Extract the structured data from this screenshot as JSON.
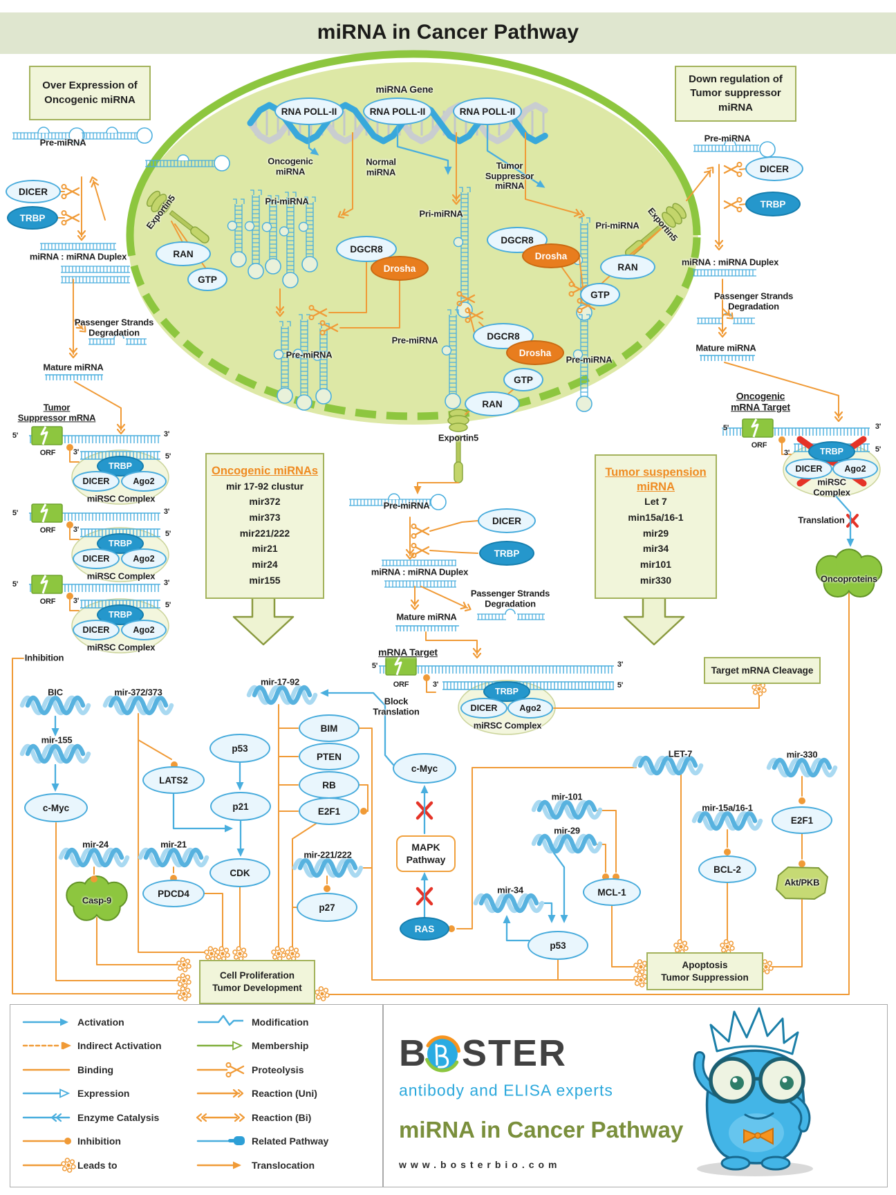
{
  "header": {
    "title": "miRNA in Cancer Pathway"
  },
  "side_boxes": {
    "over_expression": "Over Expression of\nOncogenic miRNA",
    "down_regulation": "Down regulation of\nTumor suppressor miRNA"
  },
  "labels": {
    "mirna_gene": "miRNA Gene",
    "rna_poll": "RNA POLL-II",
    "oncogenic_mirna": "Oncogenic\nmiRNA",
    "normal_mirna": "Normal\nmiRNA",
    "tumor_suppressor_mirna": "Tumor\nSuppressor\nmiRNA",
    "pri_mirna": "Pri-miRNA",
    "pre_mirna": "Pre-miRNA",
    "dgcr8": "DGCR8",
    "drosha": "Drosha",
    "gtp": "GTP",
    "ran": "RAN",
    "exportin5": "Exportin5",
    "dicer": "DICER",
    "trbp": "TRBP",
    "ago2": "Ago2",
    "mirsc_complex": "miRSC Complex",
    "duplex": "miRNA : miRNA Duplex",
    "passenger": "Passenger Strands\nDegradation",
    "mature": "Mature miRNA",
    "tumor_suppressor_mrna": "Tumor\nSuppressor mRNA",
    "mrna_target": "mRNA Target",
    "oncogenic_mrna_target": "Oncogenic\nmRNA Target",
    "orf": "ORF",
    "p5": "5'",
    "p3": "3'",
    "block_translation": "Block\nTranslation",
    "translation": "Translation",
    "oncoproteins": "Oncoproteins",
    "inhibition": "Inhibition"
  },
  "onco_box": {
    "title": "Oncogenic miRNAs",
    "items": [
      "mir 17-92 clustur",
      "mir372",
      "mir373",
      "mir221/222",
      "mir21",
      "mir24",
      "mir155"
    ]
  },
  "tumor_box": {
    "title": "Tumor suspension\nmiRNA",
    "items": [
      "Let 7",
      "min15a/16-1",
      "mir29",
      "mir34",
      "mir101",
      "mir330"
    ]
  },
  "result_boxes": {
    "target_cleavage": "Target mRNA Cleavage",
    "cell_proliferation": "Cell Proliferation\nTumor Development",
    "apoptosis": "Apoptosis\nTumor Suppression"
  },
  "network": {
    "bic": "BIC",
    "mir155": "mir-155",
    "cmyc": "c-Myc",
    "mir372": "mir-372/373",
    "lats2": "LATS2",
    "mir24": "mir-24",
    "casp9": "Casp-9",
    "mir21": "mir-21",
    "pdcd4": "PDCD4",
    "p53": "p53",
    "p21": "p21",
    "cdk": "CDK",
    "mir221": "mir-221/222",
    "p27": "p27",
    "mir1792": "mir-17-92",
    "bim": "BIM",
    "pten": "PTEN",
    "rb": "RB",
    "e2f1": "E2F1",
    "mapk": "MAPK\nPathway",
    "ras": "RAS",
    "mir101": "mir-101",
    "mir29": "mir-29",
    "mir34": "mir-34",
    "mcl1": "MCL-1",
    "let7": "LET-7",
    "mir15a": "mir-15a/16-1",
    "bcl2": "BCL-2",
    "mir330": "mir-330",
    "akt": "Akt/PKB"
  },
  "legend": {
    "left": [
      "Activation",
      "Indirect Activation",
      "Binding",
      "Expression",
      "Enzyme Catalysis",
      "Inhibition",
      "Leads to"
    ],
    "right": [
      "Modification",
      "Membership",
      "Proteolysis",
      "Reaction (Uni)",
      "Reaction (Bi)",
      "Related Pathway",
      "Translocation"
    ]
  },
  "footer": {
    "brand_prefix": "B",
    "brand_suffix": "STER",
    "tagline": "antibody and ELISA experts",
    "pathway_title": "miRNA in Cancer Pathway",
    "url": "www.bosterbio.com"
  }
}
